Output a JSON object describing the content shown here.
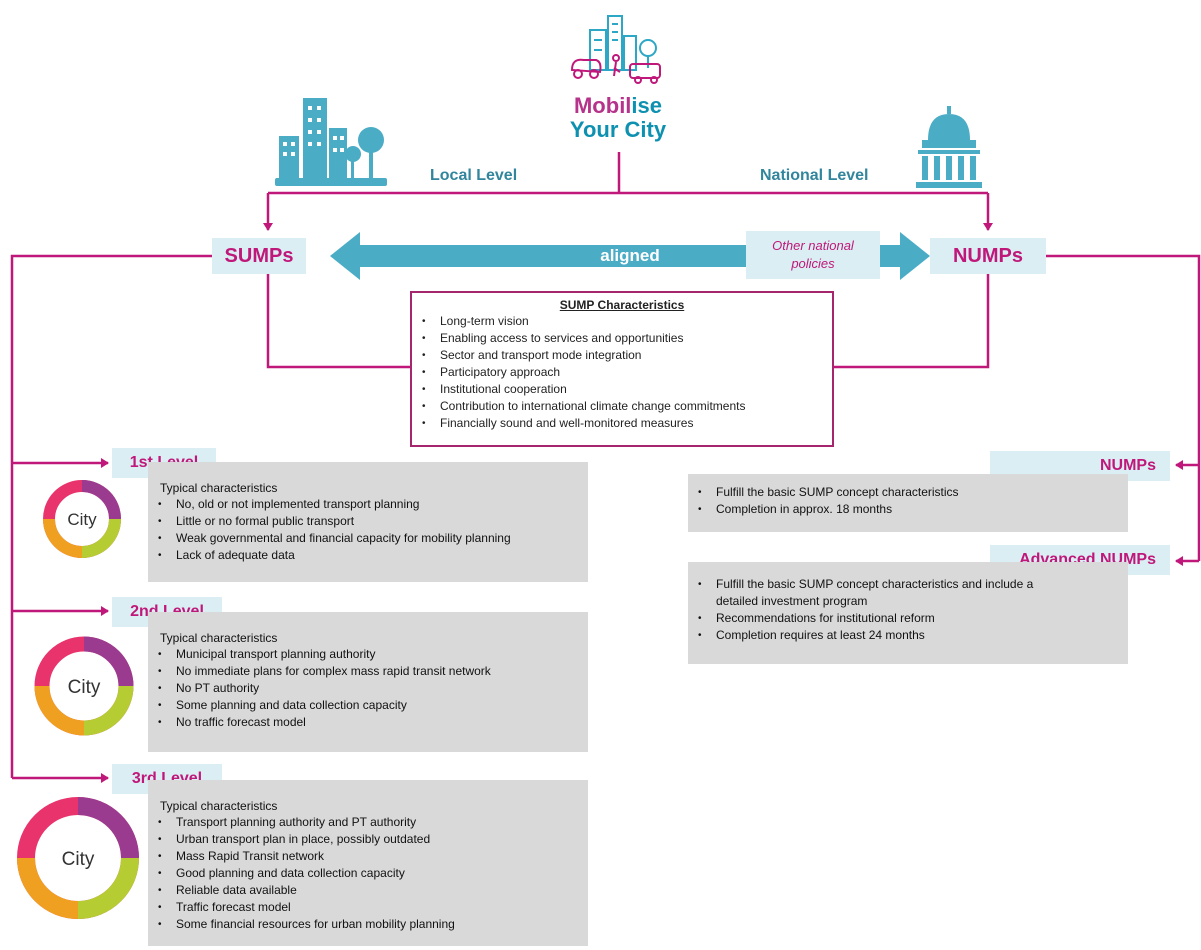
{
  "logo": {
    "line1_a": "Mobil",
    "line1_b": "ise",
    "line2": "Your City"
  },
  "levels_header": {
    "local": "Local Level",
    "national": "National Level"
  },
  "top_row": {
    "sumps": "SUMPs",
    "numps": "NUMPs",
    "aligned": "aligned",
    "other_national": "Other national policies"
  },
  "sump_characteristics": {
    "title": "SUMP Characteristics",
    "items": [
      "Long-term vision",
      "Enabling access to services and opportunities",
      "Sector and transport mode integration",
      "Participatory approach",
      "Institutional cooperation",
      "Contribution to international climate change commitments",
      "Financially sound and well-monitored measures"
    ]
  },
  "city_levels": [
    {
      "label": "1st Level",
      "city": "City",
      "heading": "Typical characteristics",
      "items": [
        "No, old or not implemented transport planning",
        "Little or no formal public transport",
        "Weak governmental and financial capacity for mobility planning",
        "Lack of adequate data"
      ]
    },
    {
      "label": "2nd Level",
      "city": "City",
      "heading": "Typical characteristics",
      "items": [
        "Municipal transport planning authority",
        "No immediate plans for complex mass rapid transit network",
        "No PT authority",
        "Some planning and data collection capacity",
        "No traffic forecast model"
      ]
    },
    {
      "label": "3rd Level",
      "city": "City",
      "heading": "Typical characteristics",
      "items": [
        "Transport planning authority and PT authority",
        "Urban transport plan in place, possibly outdated",
        "Mass Rapid Transit network",
        "Good planning and data collection capacity",
        "Reliable data available",
        "Traffic forecast model",
        "Some financial resources for urban mobility planning"
      ]
    }
  ],
  "numps_types": [
    {
      "label": "NUMPs",
      "items": [
        "Fulfill the basic SUMP concept characteristics",
        "Completion in approx. 18 months"
      ]
    },
    {
      "label": "Advanced NUMPs",
      "items": [
        "Fulfill the basic SUMP concept characteristics and include a detailed investment program",
        "Recommendations for institutional reform",
        "Completion requires at least 24 months"
      ]
    }
  ],
  "colors": {
    "magenta": "#c0187a",
    "teal": "#4bacc6",
    "light_teal": "#daeef3",
    "gray_box": "#d9d9d9",
    "ring_red": "#e8336d",
    "ring_purple": "#9b3b8f",
    "ring_lime": "#b5cc33",
    "ring_orange": "#f0a020"
  },
  "icons": [
    "city-buildings-icon",
    "capitol-building-icon",
    "mobilise-city-logo-icon"
  ]
}
